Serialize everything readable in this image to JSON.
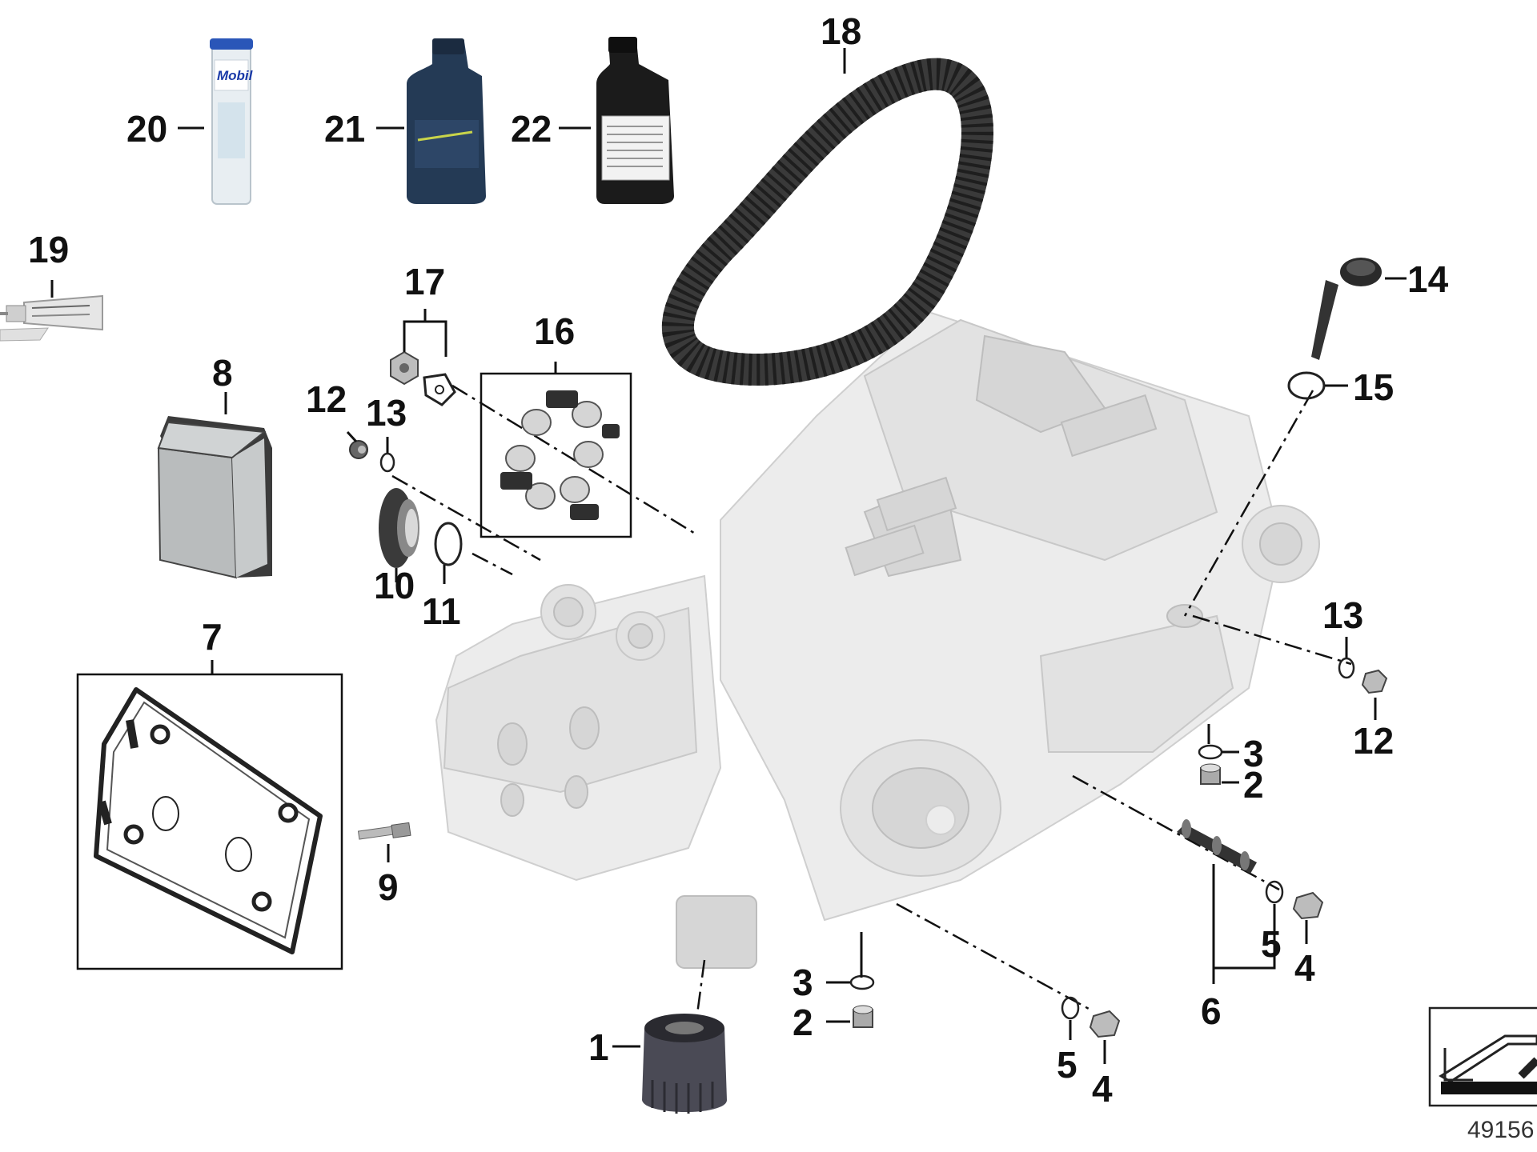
{
  "callouts": {
    "c1": "1",
    "c2a": "2",
    "c2b": "2",
    "c3a": "3",
    "c3b": "3",
    "c4a": "4",
    "c4b": "4",
    "c5a": "5",
    "c5b": "5",
    "c6": "6",
    "c7": "7",
    "c8": "8",
    "c9": "9",
    "c10": "10",
    "c11": "11",
    "c12a": "12",
    "c12b": "12",
    "c13a": "13",
    "c13b": "13",
    "c14": "14",
    "c15": "15",
    "c16": "16",
    "c17": "17",
    "c18": "18",
    "c19": "19",
    "c20": "20",
    "c21": "21",
    "c22": "22"
  },
  "products": {
    "grease_brand": "Mobil"
  },
  "diagram_ref": "49156",
  "colors": {
    "engine_fill": "#ececec",
    "belt": "#3a3a3a",
    "oil_bottle_blue": "#243a55",
    "oil_bottle_black": "#1b1b1b",
    "grease_tube": "#e8eef2"
  }
}
